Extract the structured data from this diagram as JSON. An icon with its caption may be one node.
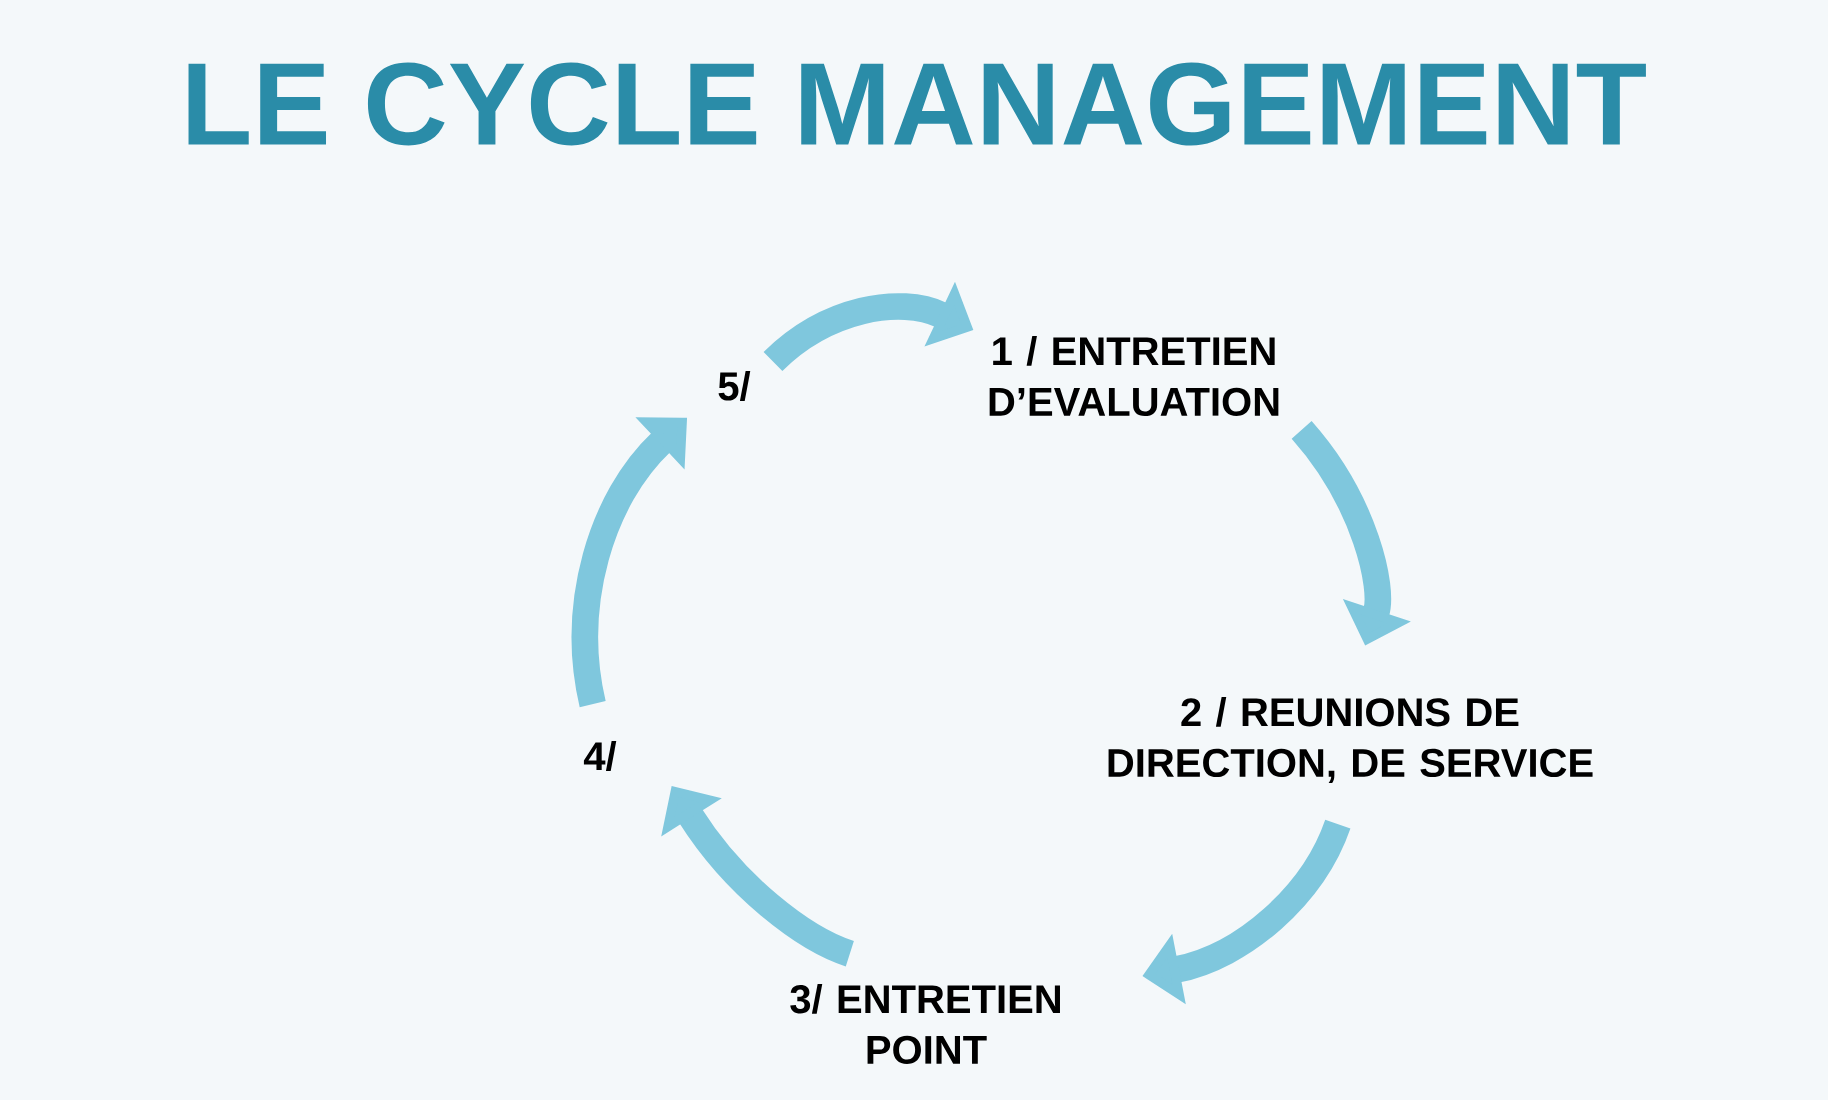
{
  "diagram": {
    "title": "LE CYCLE MANAGEMENT",
    "nodes": [
      {
        "text": [
          "1 / ENTRETIEN D’EVALUATION"
        ]
      },
      {
        "text": [
          "2 / REUNIONS DE DIRECTION, DE SERVICE"
        ]
      },
      {
        "text": [
          "3/ ENTRETIEN POINT"
        ]
      },
      {
        "text": [
          "4/"
        ]
      },
      {
        "text": [
          "5/"
        ]
      }
    ],
    "edges": [
      {
        "from": 4,
        "to": 0,
        "arrow": "to"
      },
      {
        "from": 0,
        "to": 1,
        "arrow": "to"
      },
      {
        "from": 1,
        "to": 2,
        "arrow": "to"
      },
      {
        "from": 2,
        "to": 3,
        "arrow": "to"
      },
      {
        "from": 3,
        "to": 4,
        "arrow": "to"
      }
    ]
  }
}
